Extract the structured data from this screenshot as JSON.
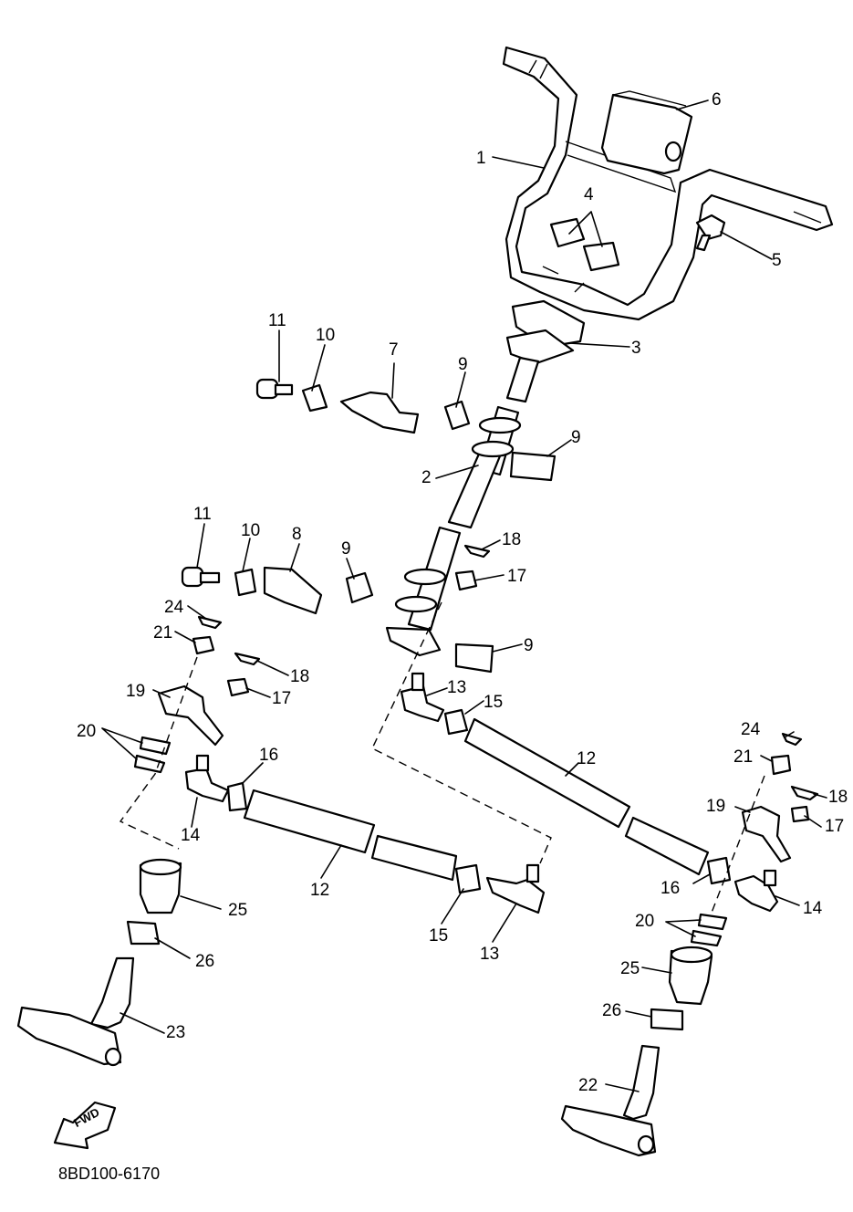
{
  "diagram": {
    "drawing_code": "8BD100-6170",
    "fwd_arrow_label": "FWD",
    "callouts": [
      "1",
      "6",
      "4",
      "5",
      "3",
      "11",
      "10",
      "7",
      "9",
      "9",
      "2",
      "11",
      "10",
      "8",
      "9",
      "18",
      "17",
      "24",
      "21",
      "18",
      "17",
      "19",
      "9",
      "13",
      "15",
      "20",
      "16",
      "12",
      "14",
      "12",
      "24",
      "21",
      "18",
      "19",
      "17",
      "25",
      "16",
      "14",
      "12",
      "15",
      "13",
      "20",
      "26",
      "25",
      "23",
      "26",
      "22"
    ]
  }
}
